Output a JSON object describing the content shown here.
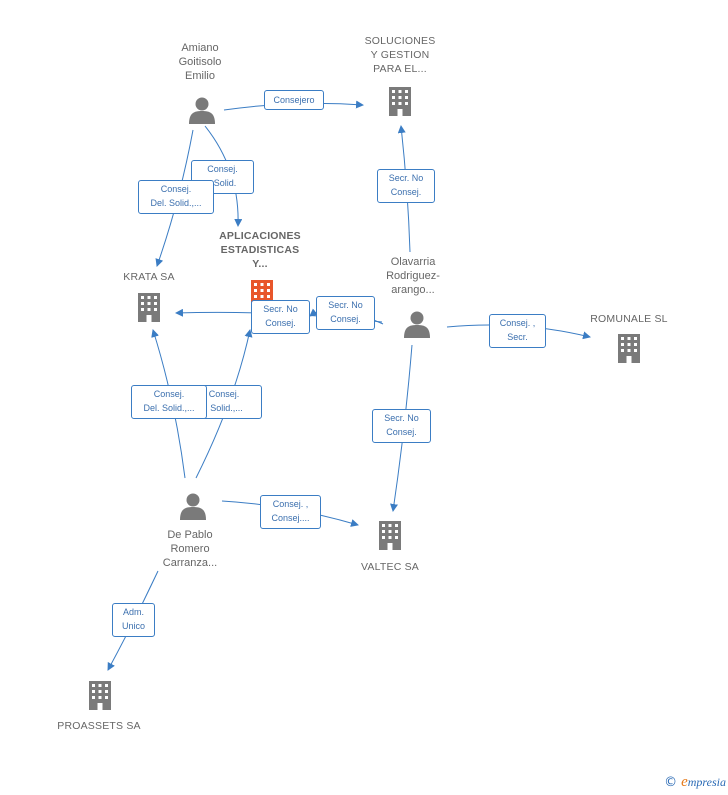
{
  "colors": {
    "edge": "#3b7dc4",
    "node": "#7a7a7a",
    "focus": "#e8562a"
  },
  "nodes": {
    "amiano": {
      "label": "Amiano\nGoitisolo\nEmilio",
      "icon": "person-icon"
    },
    "soluciones": {
      "label": "SOLUCIONES\nY GESTION\nPARA EL...",
      "icon": "building-icon"
    },
    "aplicaciones": {
      "label": "APLICACIONES\nESTADISTICAS\nY...",
      "icon": "building-icon"
    },
    "krata": {
      "label": "KRATA SA",
      "icon": "building-icon"
    },
    "olavarria": {
      "label": "Olavarria\nRodriguez-\narango...",
      "icon": "person-icon"
    },
    "romunale": {
      "label": "ROMUNALE SL",
      "icon": "building-icon"
    },
    "depablo": {
      "label": "De Pablo\nRomero\nCarranza...",
      "icon": "person-icon"
    },
    "valtec": {
      "label": "VALTEC SA",
      "icon": "building-icon"
    },
    "proassets": {
      "label": "PROASSETS SA",
      "icon": "building-icon"
    }
  },
  "edges": {
    "e1": "Consejero",
    "e2": "Consej.\n. Solid.",
    "e3": "Consej.\nDel. Solid.,...",
    "e4": "Secr.  No\nConsej.",
    "e5": "Secr.  No\nConsej.",
    "e6": "Secr.  No\nConsej.",
    "e7": "Consej. ,\nSecr.",
    "e8": "Secr.  No\nConsej.",
    "e9": "Consej.\n. Solid.,...",
    "e10": "Consej.\nDel. Solid.,...",
    "e11": "Consej. ,\nConsej....",
    "e12": "Adm.\nUnico"
  },
  "footer": {
    "copyright": "©",
    "brand_initial": "e",
    "brand_rest": "mpresia"
  }
}
